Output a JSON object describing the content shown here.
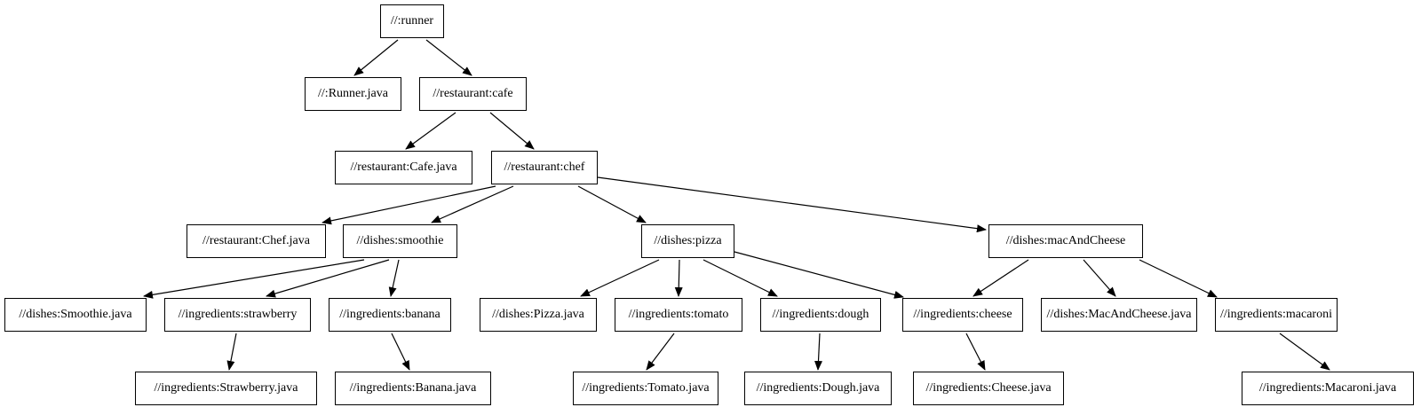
{
  "graph": {
    "type": "dependency-graph",
    "colors": {
      "background": "#ffffff",
      "node_fill": "#ffffff",
      "node_border": "#000000",
      "edge": "#000000",
      "text": "#000000"
    },
    "nodes": [
      {
        "id": "runner",
        "label": "//:runner"
      },
      {
        "id": "runner-java",
        "label": "//:Runner.java"
      },
      {
        "id": "cafe",
        "label": "//restaurant:cafe"
      },
      {
        "id": "cafe-java",
        "label": "//restaurant:Cafe.java"
      },
      {
        "id": "chef",
        "label": "//restaurant:chef"
      },
      {
        "id": "chef-java",
        "label": "//restaurant:Chef.java"
      },
      {
        "id": "smoothie",
        "label": "//dishes:smoothie"
      },
      {
        "id": "pizza",
        "label": "//dishes:pizza"
      },
      {
        "id": "mac-and-cheese",
        "label": "//dishes:macAndCheese"
      },
      {
        "id": "smoothie-java",
        "label": "//dishes:Smoothie.java"
      },
      {
        "id": "strawberry",
        "label": "//ingredients:strawberry"
      },
      {
        "id": "banana",
        "label": "//ingredients:banana"
      },
      {
        "id": "pizza-java",
        "label": "//dishes:Pizza.java"
      },
      {
        "id": "tomato",
        "label": "//ingredients:tomato"
      },
      {
        "id": "dough",
        "label": "//ingredients:dough"
      },
      {
        "id": "cheese",
        "label": "//ingredients:cheese"
      },
      {
        "id": "mac-and-cheese-java",
        "label": "//dishes:MacAndCheese.java"
      },
      {
        "id": "macaroni",
        "label": "//ingredients:macaroni"
      },
      {
        "id": "strawberry-java",
        "label": "//ingredients:Strawberry.java"
      },
      {
        "id": "banana-java",
        "label": "//ingredients:Banana.java"
      },
      {
        "id": "tomato-java",
        "label": "//ingredients:Tomato.java"
      },
      {
        "id": "dough-java",
        "label": "//ingredients:Dough.java"
      },
      {
        "id": "cheese-java",
        "label": "//ingredients:Cheese.java"
      },
      {
        "id": "macaroni-java",
        "label": "//ingredients:Macaroni.java"
      }
    ],
    "edges": [
      {
        "from": "runner",
        "to": "runner-java"
      },
      {
        "from": "runner",
        "to": "cafe"
      },
      {
        "from": "cafe",
        "to": "cafe-java"
      },
      {
        "from": "cafe",
        "to": "chef"
      },
      {
        "from": "chef",
        "to": "chef-java"
      },
      {
        "from": "chef",
        "to": "smoothie"
      },
      {
        "from": "chef",
        "to": "pizza"
      },
      {
        "from": "chef",
        "to": "mac-and-cheese"
      },
      {
        "from": "smoothie",
        "to": "smoothie-java"
      },
      {
        "from": "smoothie",
        "to": "strawberry"
      },
      {
        "from": "smoothie",
        "to": "banana"
      },
      {
        "from": "pizza",
        "to": "pizza-java"
      },
      {
        "from": "pizza",
        "to": "tomato"
      },
      {
        "from": "pizza",
        "to": "dough"
      },
      {
        "from": "pizza",
        "to": "cheese"
      },
      {
        "from": "mac-and-cheese",
        "to": "cheese"
      },
      {
        "from": "mac-and-cheese",
        "to": "mac-and-cheese-java"
      },
      {
        "from": "mac-and-cheese",
        "to": "macaroni"
      },
      {
        "from": "strawberry",
        "to": "strawberry-java"
      },
      {
        "from": "banana",
        "to": "banana-java"
      },
      {
        "from": "tomato",
        "to": "tomato-java"
      },
      {
        "from": "dough",
        "to": "dough-java"
      },
      {
        "from": "cheese",
        "to": "cheese-java"
      },
      {
        "from": "macaroni",
        "to": "macaroni-java"
      }
    ]
  }
}
